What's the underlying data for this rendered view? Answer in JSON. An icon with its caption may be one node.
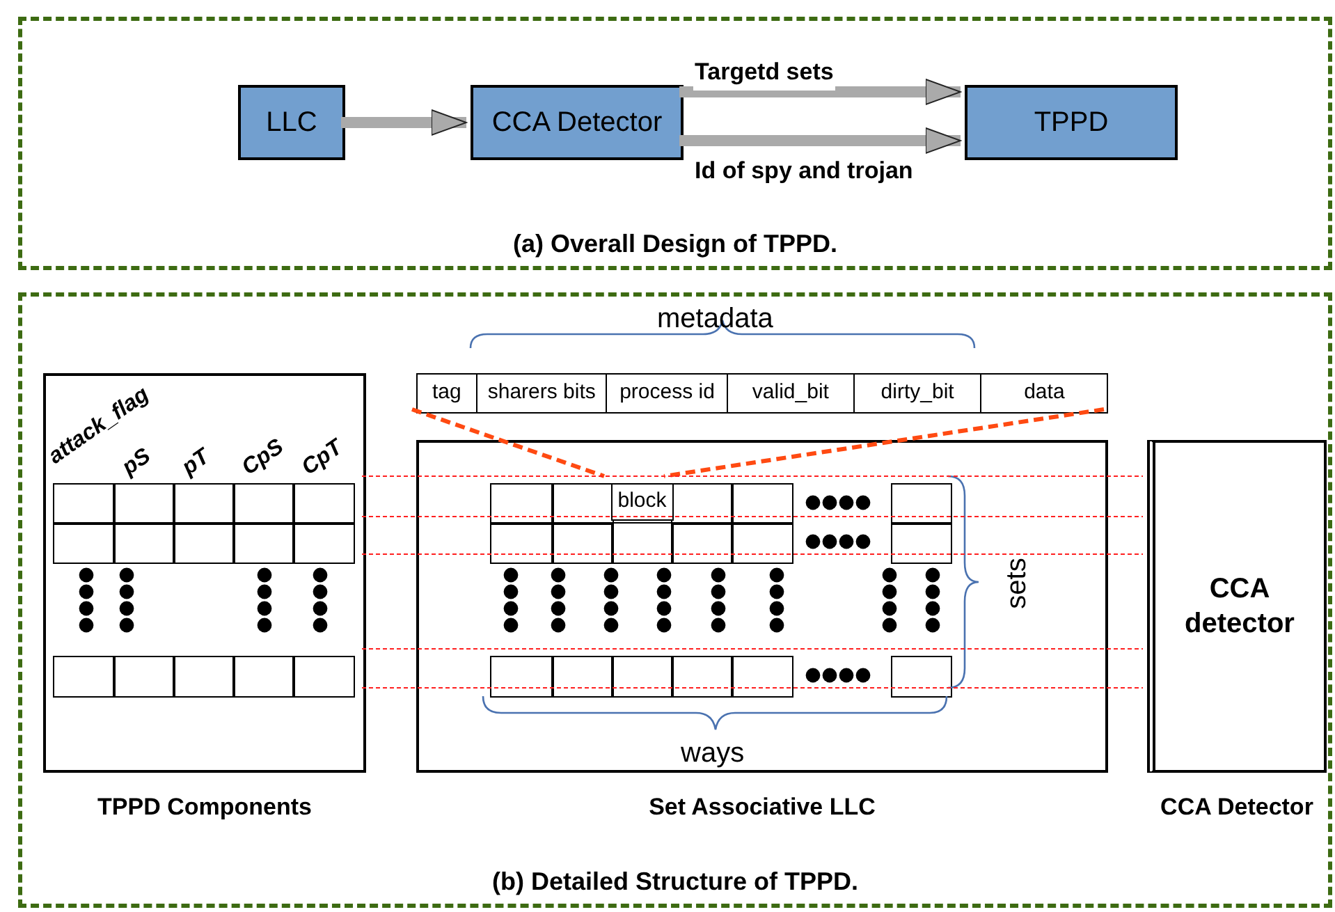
{
  "diagram": {
    "nodes": [
      {
        "text": [
          "(a) Overall Design of TPPD."
        ]
      },
      {
        "text": [
          "LLC"
        ],
        "in": 0
      },
      {
        "text": [
          "CCA Detector"
        ],
        "in": 0
      },
      {
        "text": [
          "TPPD"
        ],
        "in": 0
      },
      {
        "text": [
          "(b) Detailed Structure of TPPD."
        ]
      },
      {
        "text": [
          "TPPD Components"
        ],
        "in": 4
      },
      {
        "text": [
          "Set Associative LLC"
        ],
        "in": 4
      },
      {
        "text": [
          "CCA detector",
          "CCA Detector"
        ],
        "in": 4
      },
      {
        "text": [
          "tag",
          "sharers bits",
          "process id",
          "valid_bit",
          "dirty_bit",
          "data"
        ],
        "in": 4
      },
      {
        "text": [
          "block"
        ],
        "in": 6
      }
    ],
    "edges": [
      {
        "from": 1,
        "to": 2,
        "arrow": "to",
        "style": "thick",
        "color": "#aaaaaa"
      },
      {
        "from": 2,
        "to": 3,
        "arrow": "to",
        "style": "thick",
        "color": "#aaaaaa",
        "label": "Targetd sets"
      },
      {
        "from": 2,
        "to": 3,
        "arrow": "to",
        "style": "thick",
        "color": "#aaaaaa",
        "label": "Id of spy and trojan"
      },
      {
        "from": 8,
        "to": 9,
        "arrow": "none",
        "style": "dashed",
        "color": "#ff4a12"
      },
      {
        "from": 8,
        "to": 9,
        "arrow": "none",
        "style": "dashed",
        "color": "#ff4a12"
      },
      {
        "from": 5,
        "to": 7,
        "arrow": "none",
        "style": "dashed",
        "color": "#ff2020"
      },
      {
        "from": 5,
        "to": 7,
        "arrow": "none",
        "style": "dashed",
        "color": "#ff2020"
      },
      {
        "from": 5,
        "to": 7,
        "arrow": "none",
        "style": "dashed",
        "color": "#ff2020"
      },
      {
        "from": 5,
        "to": 7,
        "arrow": "none",
        "style": "dashed",
        "color": "#ff2020"
      },
      {
        "from": 5,
        "to": 7,
        "arrow": "none",
        "style": "dashed",
        "color": "#ff2020"
      }
    ],
    "labels": [
      "metadata",
      "attack_flag",
      "pS",
      "pT",
      "CpS",
      "CpT",
      "sets",
      "ways"
    ]
  }
}
